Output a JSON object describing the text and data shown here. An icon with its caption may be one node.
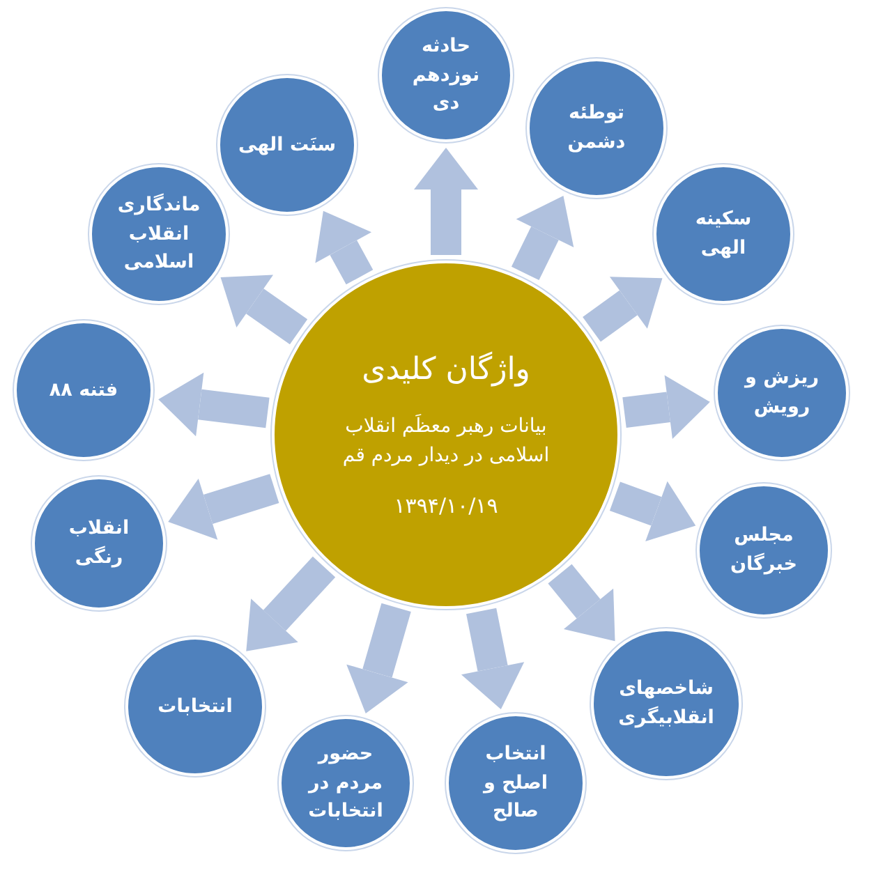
{
  "diagram": {
    "nodes": [
      {
        "text": [
          "واژگان کلیدی",
          "بیانات رهبر معظَم انقلاب اسلامی در دیدار مردم قم",
          "۱۳۹۴/۱۰/۱۹"
        ]
      },
      {
        "text": [
          "حادثه نوزدهم دی"
        ]
      },
      {
        "text": [
          "توطئه دشمن"
        ]
      },
      {
        "text": [
          "سکینه الهی"
        ]
      },
      {
        "text": [
          "ریزش و رویش"
        ]
      },
      {
        "text": [
          "مجلس خبرگان"
        ]
      },
      {
        "text": [
          "شاخصهای انقلابیگری"
        ]
      },
      {
        "text": [
          "انتخاب اصلح و صالح"
        ]
      },
      {
        "text": [
          "حضور مردم در انتخابات"
        ]
      },
      {
        "text": [
          "انتخابات"
        ]
      },
      {
        "text": [
          "انقلاب رنگی"
        ]
      },
      {
        "text": [
          "فتنه ۸۸"
        ]
      },
      {
        "text": [
          "ماندگاری انقلاب اسلامی"
        ]
      },
      {
        "text": [
          "سنَت الهی"
        ]
      }
    ],
    "edges": [
      {
        "from": 0,
        "to": 1,
        "arrow": "to"
      },
      {
        "from": 0,
        "to": 2,
        "arrow": "to"
      },
      {
        "from": 0,
        "to": 3,
        "arrow": "to"
      },
      {
        "from": 0,
        "to": 4,
        "arrow": "to"
      },
      {
        "from": 0,
        "to": 5,
        "arrow": "to"
      },
      {
        "from": 0,
        "to": 6,
        "arrow": "to"
      },
      {
        "from": 0,
        "to": 7,
        "arrow": "to"
      },
      {
        "from": 0,
        "to": 8,
        "arrow": "to"
      },
      {
        "from": 0,
        "to": 9,
        "arrow": "to"
      },
      {
        "from": 0,
        "to": 10,
        "arrow": "to"
      },
      {
        "from": 0,
        "to": 11,
        "arrow": "to"
      },
      {
        "from": 0,
        "to": 12,
        "arrow": "to"
      },
      {
        "from": 0,
        "to": 13,
        "arrow": "to"
      }
    ]
  }
}
